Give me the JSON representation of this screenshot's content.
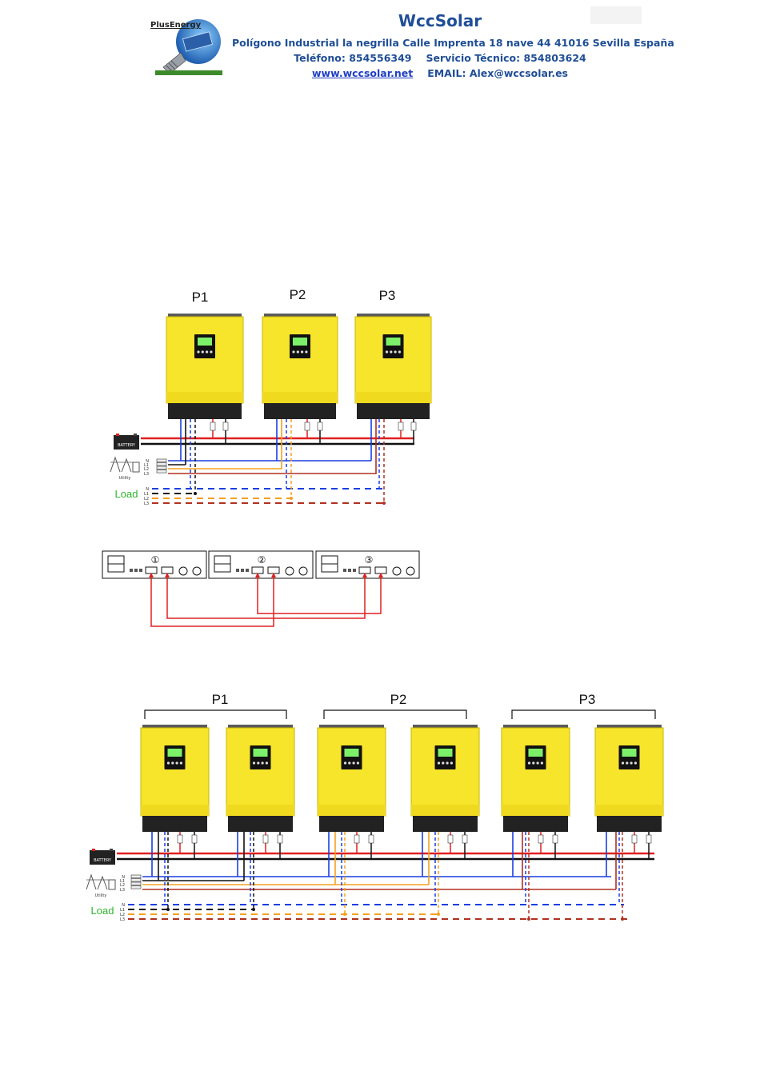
{
  "header": {
    "logo_text": "PlusEnergy",
    "company": "WccSolar",
    "address": "Polígono Industrial la negrilla Calle Imprenta 18 nave 44 41016 Sevilla España",
    "phone": "Teléfono: 854556349",
    "service": "Servicio Técnico: 854803624",
    "website": "www.wccsolar.net",
    "email": "EMAIL: Alex@wccsolar.es"
  },
  "diagram1": {
    "phases": [
      "P1",
      "P2",
      "P3"
    ],
    "battery_label": "BATTERY",
    "utility_label": "Utility",
    "load_label": "Load",
    "line_letters": [
      "N",
      "L1",
      "L2",
      "L3"
    ]
  },
  "diagram2": {
    "unit_numbers": [
      "①",
      "②",
      "③"
    ]
  },
  "diagram3": {
    "phases": [
      "P1",
      "P2",
      "P3"
    ],
    "battery_label": "BATTERY",
    "utility_label": "Utility",
    "load_label": "Load",
    "line_letters": [
      "N",
      "L1",
      "L2",
      "L3"
    ]
  },
  "colors": {
    "inverter_yellow": "#f6e52a",
    "battery_red": "#e02020",
    "neutral_blue": "#1a3fe0",
    "l1_black": "#111111",
    "l2_orange": "#f5a020",
    "l3_brown": "#b03020",
    "load_green": "#2db52d",
    "header_blue": "#1f4e96"
  }
}
